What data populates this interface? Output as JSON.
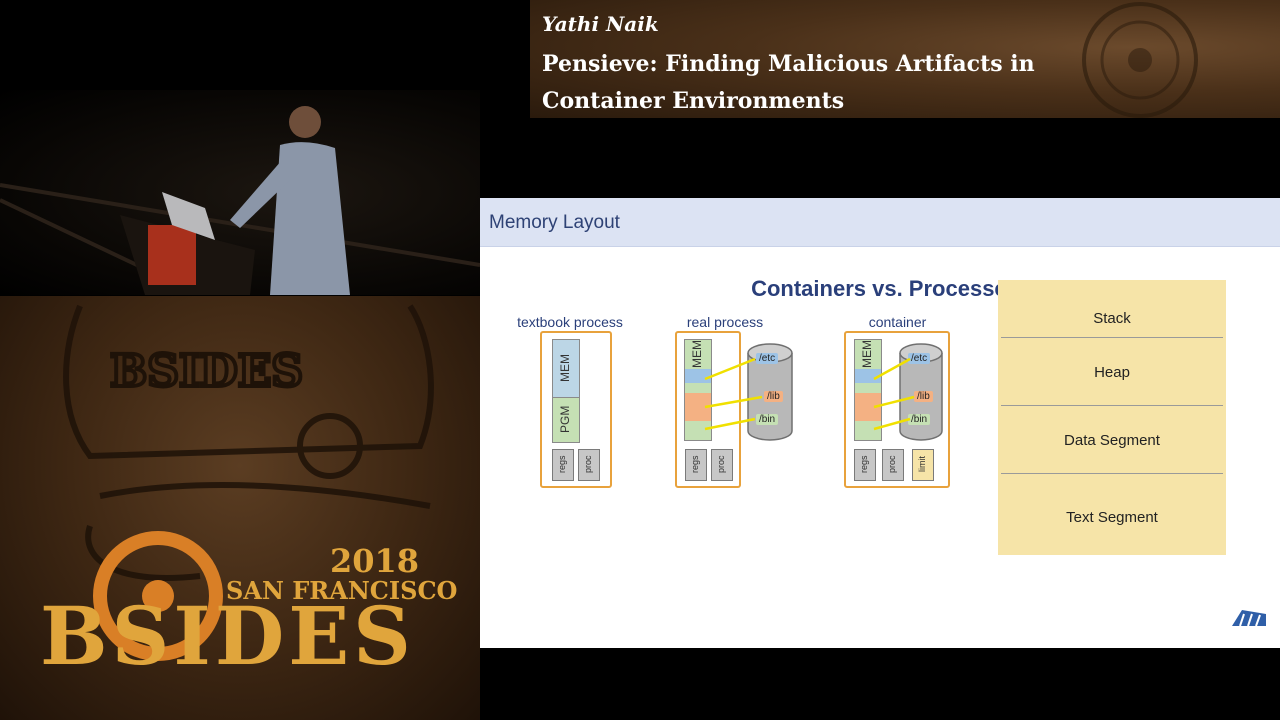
{
  "header": {
    "speaker": "Yathi Naik",
    "talk_title": "Pensieve: Finding Malicious Artifacts in Container Environments"
  },
  "event_logo": {
    "year": "2018",
    "city": "SAN FRANCISCO",
    "name": "BSIDES"
  },
  "slide": {
    "title": "Memory Layout",
    "subtitle": "Containers vs. Processes",
    "diagrams": [
      {
        "label": "textbook process",
        "mem": "MEM",
        "pgm": "PGM",
        "regs": "regs",
        "proc": "proc"
      },
      {
        "label": "real process",
        "mem": "MEM",
        "regs": "regs",
        "proc": "proc",
        "fs": [
          "/etc",
          "/lib",
          "/bin"
        ]
      },
      {
        "label": "container",
        "mem": "MEM",
        "regs": "regs",
        "proc": "proc",
        "limit": "limit",
        "fs": [
          "/etc",
          "/lib",
          "/bin"
        ]
      }
    ],
    "memory_layout": [
      "Stack",
      "Heap",
      "Data Segment",
      "Text Segment"
    ]
  },
  "colors": {
    "accent_orange": "#e8a23c",
    "mem_green": "#c5e0b4",
    "mem_blue": "#9dc3e6",
    "mem_orange": "#f4b183",
    "layout_fill": "#f6e4a8",
    "title_blue": "#2a3f7a"
  }
}
